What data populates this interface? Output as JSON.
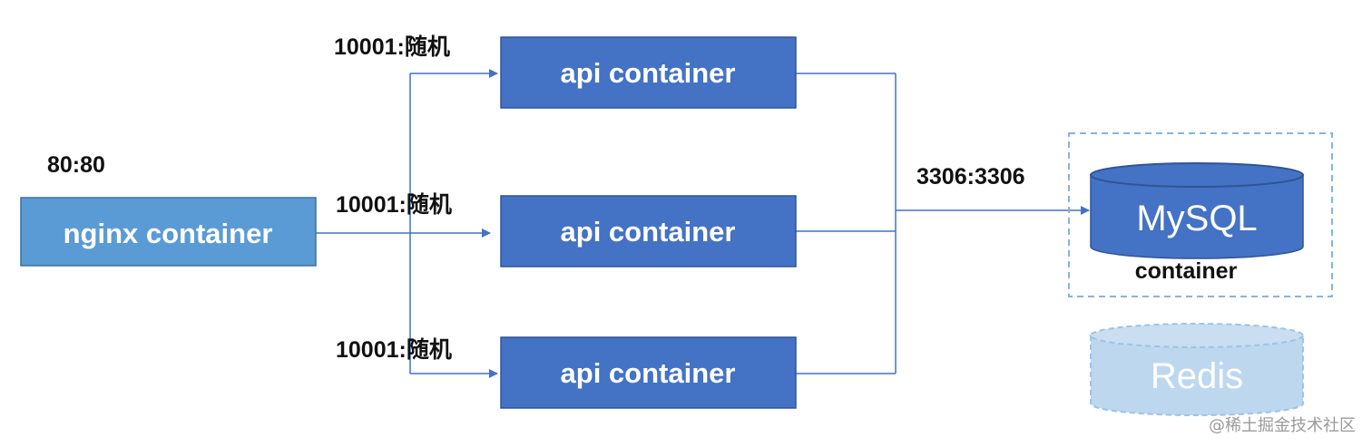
{
  "nodes": {
    "nginx": {
      "label": "nginx container",
      "port": "80:80"
    },
    "api": [
      {
        "label": "api container",
        "port": "10001:随机"
      },
      {
        "label": "api container",
        "port": "10001:随机"
      },
      {
        "label": "api container",
        "port": "10001:随机"
      }
    ],
    "mysql": {
      "label": "MySQL",
      "sublabel": "container",
      "port": "3306:3306"
    },
    "redis": {
      "label": "Redis"
    }
  },
  "colors": {
    "box_fill": "#4472c4",
    "box_stroke": "#2f5597",
    "nginx_fill": "#5b9bd5",
    "line": "#4472c4",
    "redis_fill": "#bdd7ee",
    "dashed_border": "#8ab3da"
  },
  "watermark": "@稀土掘金技术社区"
}
